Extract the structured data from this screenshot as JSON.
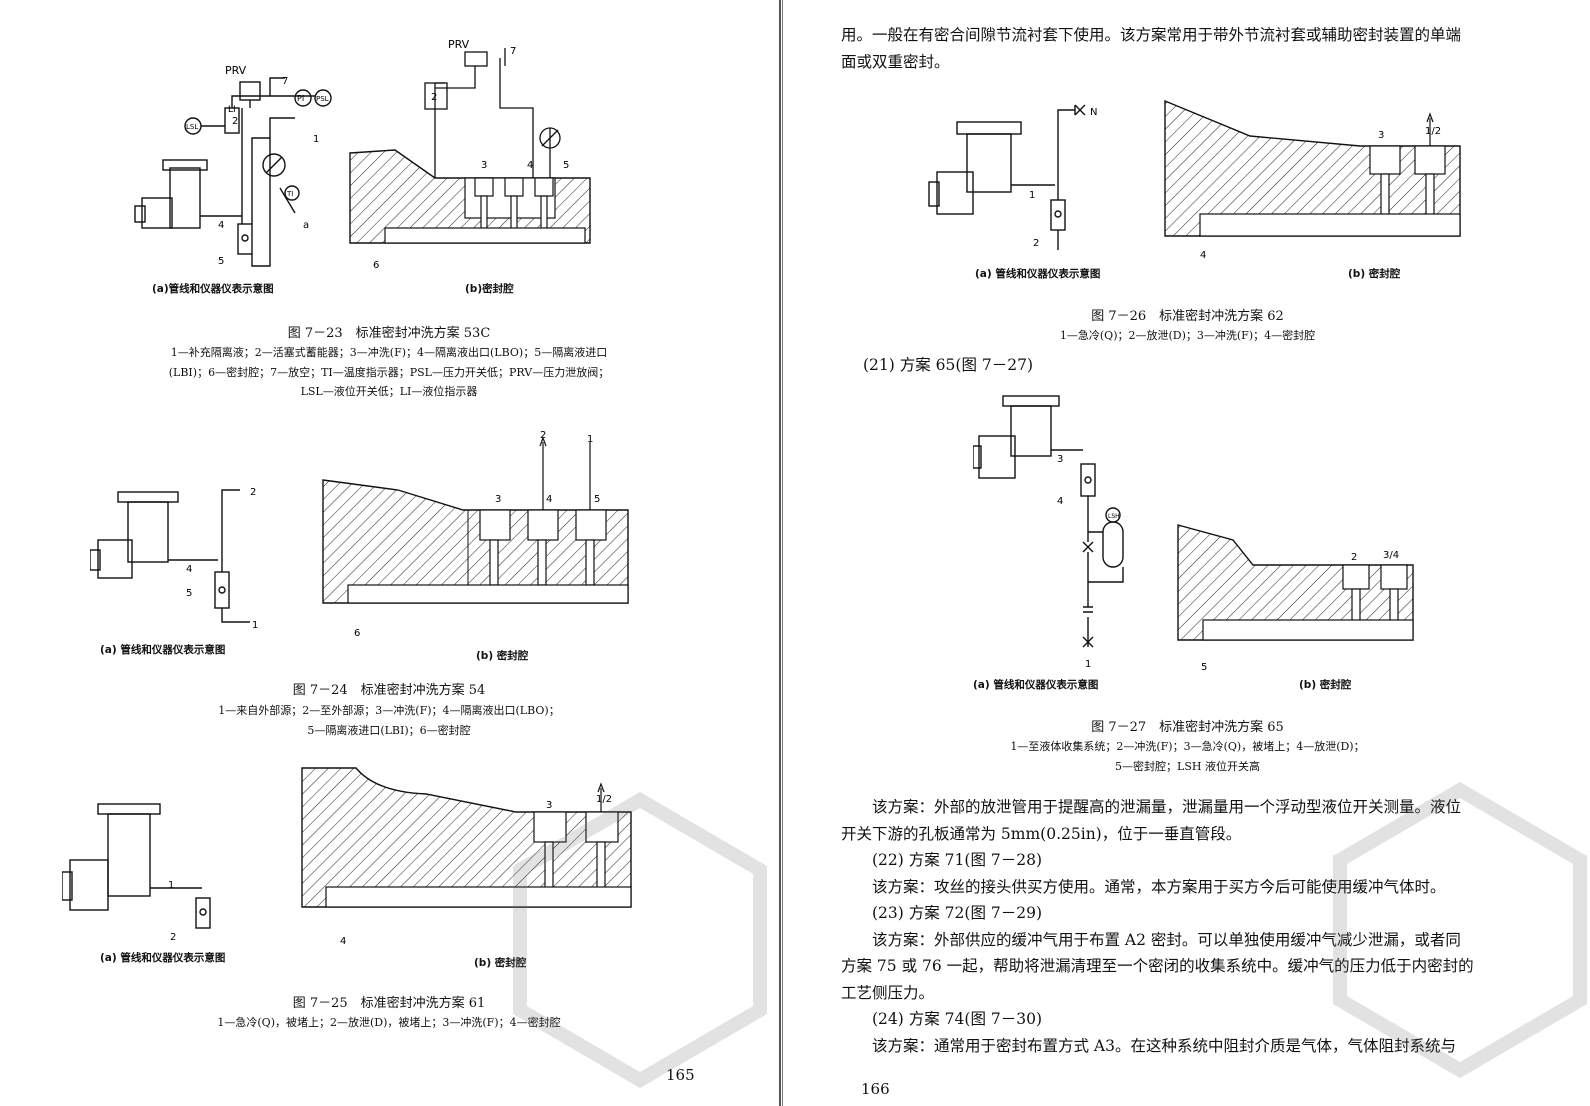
{
  "left": {
    "fig23": {
      "sub_a": "(a)管线和仪器仪表示意图",
      "sub_b": "(b)密封腔",
      "title": "图 7－23　标准密封冲洗方案 53C",
      "legend": [
        "1—补充隔离液；2—活塞式蓄能器；3—冲洗(F)；4—隔离液出口(LBO)；5—隔离液进口",
        "(LBI)；6—密封腔；7—放空；TI—温度指示器；PSL—压力开关低；PRV—压力泄放阀；",
        "LSL—液位开关低；LI—液位指示器"
      ]
    },
    "fig24": {
      "sub_a": "(a) 管线和仪器仪表示意图",
      "sub_b": "(b) 密封腔",
      "title": "图 7－24　标准密封冲洗方案 54",
      "legend": [
        "1—来自外部源；2—至外部源；3—冲洗(F)；4—隔离液出口(LBO)；",
        "5—隔离液进口(LBI)；6—密封腔"
      ]
    },
    "fig25": {
      "sub_a": "(a) 管线和仪器仪表示意图",
      "sub_b": "(b) 密封腔",
      "title": "图 7－25　标准密封冲洗方案 61",
      "legend": [
        "1—急冷(Q)，被堵上；2—放泄(D)，被堵上；3—冲洗(F)；4—密封腔"
      ]
    },
    "page_number": "165"
  },
  "right": {
    "top_text": [
      "用。一般在有密合间隙节流衬套下使用。该方案常用于带外节流衬套或辅助密封装置的单端",
      "面或双重密封。"
    ],
    "fig26": {
      "sub_a": "(a) 管线和仪器仪表示意图",
      "sub_b": "(b) 密封腔",
      "title": "图 7－26　标准密封冲洗方案 62",
      "legend": [
        "1—急冷(Q)；2—放泄(D)；3—冲洗(F)；4—密封腔"
      ]
    },
    "heading21": "(21) 方案 65(图 7－27)",
    "fig27": {
      "sub_a": "(a) 管线和仪器仪表示意图",
      "sub_b": "(b) 密封腔",
      "title": "图 7－27　标准密封冲洗方案 65",
      "legend": [
        "1—至液体收集系统；2—冲洗(F)；3—急冷(Q)，被堵上；4—放泄(D)；",
        "5—密封腔；LSH 液位开关高"
      ]
    },
    "body": [
      "该方案：外部的放泄管用于提醒高的泄漏量，泄漏量用一个浮动型液位开关测量。液位",
      "开关下游的孔板通常为 5mm(0.25in)，位于一垂直管段。",
      "(22) 方案 71(图 7－28)",
      "该方案：攻丝的接头供买方使用。通常，本方案用于买方今后可能使用缓冲气体时。",
      "(23) 方案 72(图 7－29)",
      "该方案：外部供应的缓冲气用于布置 A2 密封。可以单独使用缓冲气减少泄漏，或者同",
      "方案 75 或 76 一起，帮助将泄漏清理至一个密闭的收集系统中。缓冲气的压力低于内密封的",
      "工艺侧压力。",
      "(24) 方案 74(图 7－30)",
      "该方案：通常用于密封布置方式 A3。在这种系统中阻封介质是气体，气体阻封系统与"
    ],
    "page_number": "166"
  },
  "diagram_labels": {
    "f23": {
      "prv": "PRV",
      "li": "LI",
      "lsl": "LSL",
      "pi": "PI",
      "psl": "PSL",
      "ti": "TI",
      "a": "a",
      "n2": "2",
      "n7": "7",
      "n1": "1",
      "n3": "3",
      "n4": "4",
      "n5": "5",
      "n6": "6"
    },
    "f24": {
      "n1": "1",
      "n2": "2",
      "n3": "3",
      "n4": "4",
      "n5": "5",
      "n6": "6"
    },
    "f25": {
      "n1": "1",
      "n2": "2",
      "n3": "3",
      "n4": "4",
      "half": "1/2"
    },
    "f26": {
      "n1": "1",
      "n2": "2",
      "n3": "3",
      "n4": "4",
      "half": "1/2"
    },
    "f27": {
      "n1": "1",
      "n2": "2",
      "n3": "3",
      "n4": "4",
      "n5": "5",
      "lsh": "LSH",
      "n34": "3/4"
    }
  }
}
